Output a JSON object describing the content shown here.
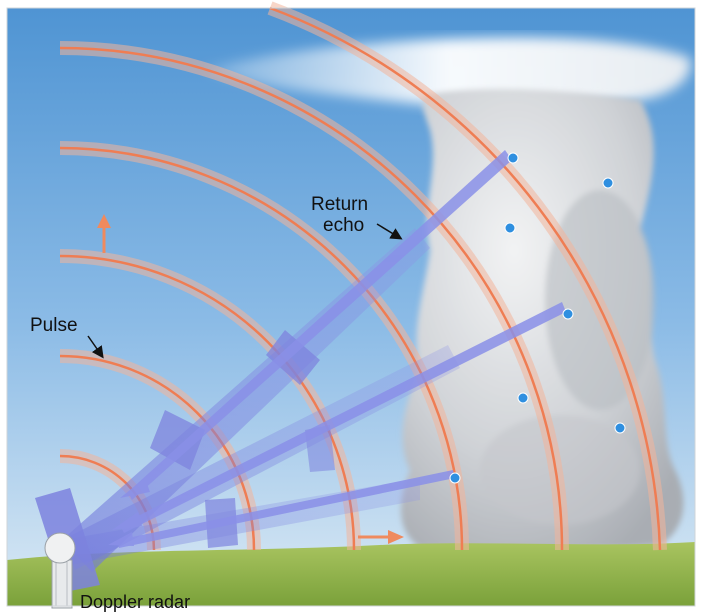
{
  "labels": {
    "return_echo_line1": "Return",
    "return_echo_line2": "echo",
    "pulse": "Pulse",
    "doppler_radar": "Doppler radar"
  },
  "colors": {
    "sky_top": "#5a9bd6",
    "sky_bottom": "#c7ddf0",
    "ground": "#8fb24a",
    "wavefront": "#ef8a5e",
    "beam": "#7f86e0",
    "droplet": "#2f8fe0",
    "cloud": "#d5d7da"
  },
  "icons": {
    "radar": "radar-tower-icon",
    "outward_arrow": "outward-arrow-icon",
    "droplet": "water-droplet-icon"
  }
}
